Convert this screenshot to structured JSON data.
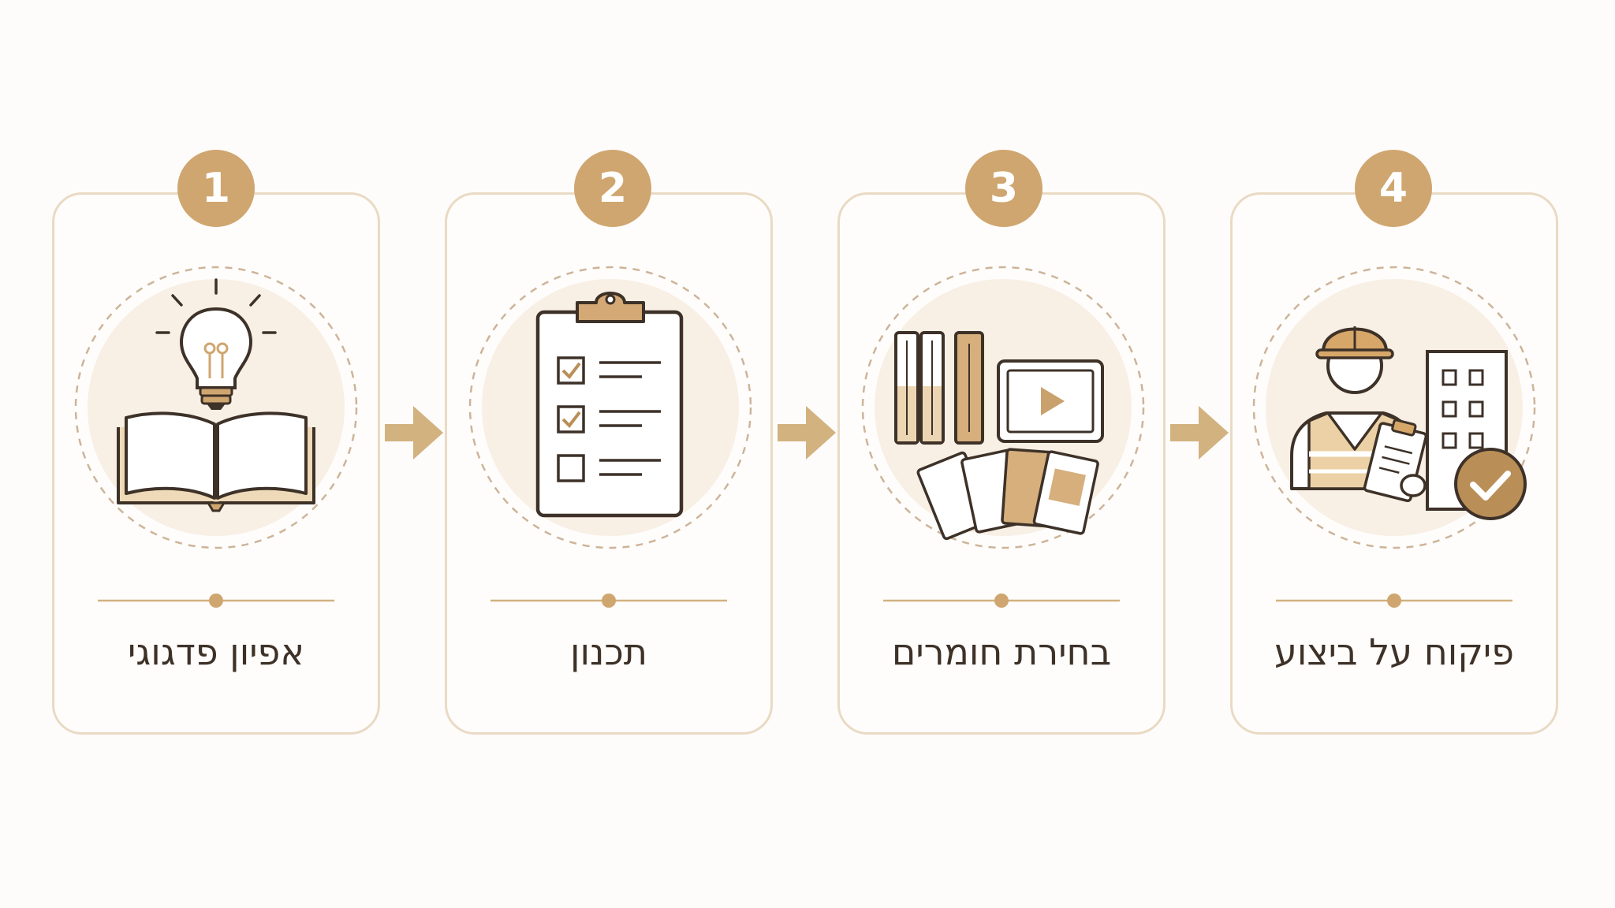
{
  "steps": [
    {
      "number": "1",
      "label": "אפיון פדגוגי",
      "icon": "book-lightbulb-icon"
    },
    {
      "number": "2",
      "label": "תכנון",
      "icon": "clipboard-checklist-icon"
    },
    {
      "number": "3",
      "label": "בחירת חומרים",
      "icon": "materials-books-video-icon"
    },
    {
      "number": "4",
      "label": "פיקוח על ביצוע",
      "icon": "construction-supervisor-icon"
    }
  ],
  "colors": {
    "accent": "#cfa66f",
    "accent_dark": "#b98f57",
    "outline": "#3d3128",
    "card_border": "#eadac4",
    "circle_fill": "#f8efe5"
  }
}
